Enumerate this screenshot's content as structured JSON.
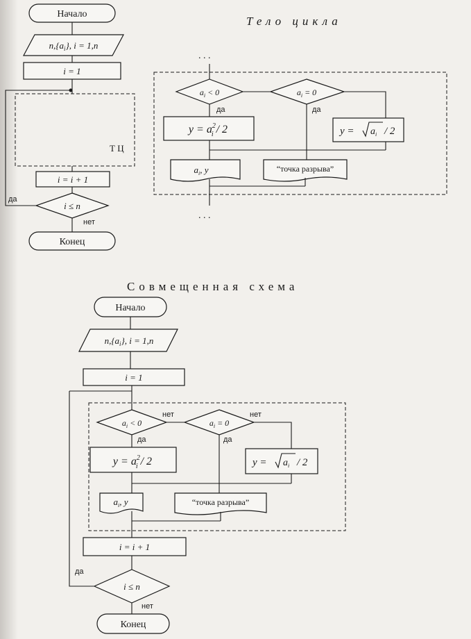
{
  "headings": {
    "loop_body": "Тело цикла",
    "combined": "Совмещенная схема"
  },
  "labels": {
    "start": "Начало",
    "end": "Конец",
    "input": "n,{a",
    "input_sub": "i",
    "input_rest": "}, i = 1,n",
    "init": "i = 1",
    "loop_body_abbrev": "Т Ц",
    "increment": "i = i + 1",
    "condition_le": "i ≤ n",
    "cond_neg": "a",
    "cond_neg_rest": " < 0",
    "cond_zero": "a",
    "cond_zero_rest": " = 0",
    "calc_sq": "y = a",
    "calc_sq_rest": " / 2",
    "calc_sqrt": "y = ",
    "calc_sqrt_rest": " / 2",
    "output": "a",
    "output_rest": ", y",
    "break_point": "“точка разрыва”",
    "yes": "да",
    "no": "нет",
    "ellipsis": ". . .",
    "sub_i": "i",
    "sup_2": "2",
    "overline_n": "n"
  }
}
